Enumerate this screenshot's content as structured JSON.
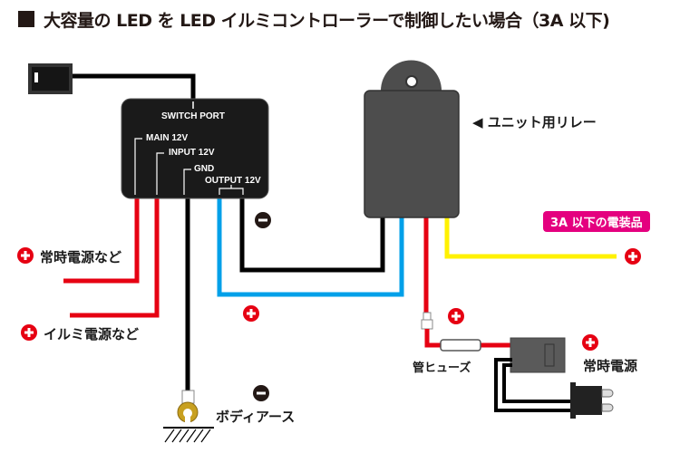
{
  "title": {
    "icon": "black-square-bullet",
    "text": "大容量の LED を LED イルミコントローラーで制御したい場合（3A 以下)"
  },
  "controller": {
    "switch_port": "SWITCH PORT",
    "main": "MAIN 12V",
    "input": "INPUT 12V",
    "gnd": "GND",
    "output": "OUTPUT 12V"
  },
  "relay": {
    "label": "◀ ユニット用リレー"
  },
  "labels": {
    "constant_power_etc": "常時電源など",
    "illumination_power_etc": "イルミ電源など",
    "body_earth": "ボディアース",
    "tube_fuse": "管ヒューズ",
    "constant_power": "常時電源",
    "accessory_badge": "3A 以下の電装品"
  },
  "polarity_icons": {
    "plus": "plus-circle-icon",
    "minus": "minus-circle-icon"
  },
  "colors": {
    "wire_red": "#e60012",
    "wire_blue": "#00a0e9",
    "wire_black": "#000000",
    "wire_yellow": "#fff100",
    "badge_magenta": "#e4007f",
    "plus_icon": "#e60012",
    "minus_icon": "#231815",
    "controller_body": "#1a1a1a",
    "relay_body": "#4d4d4d"
  }
}
